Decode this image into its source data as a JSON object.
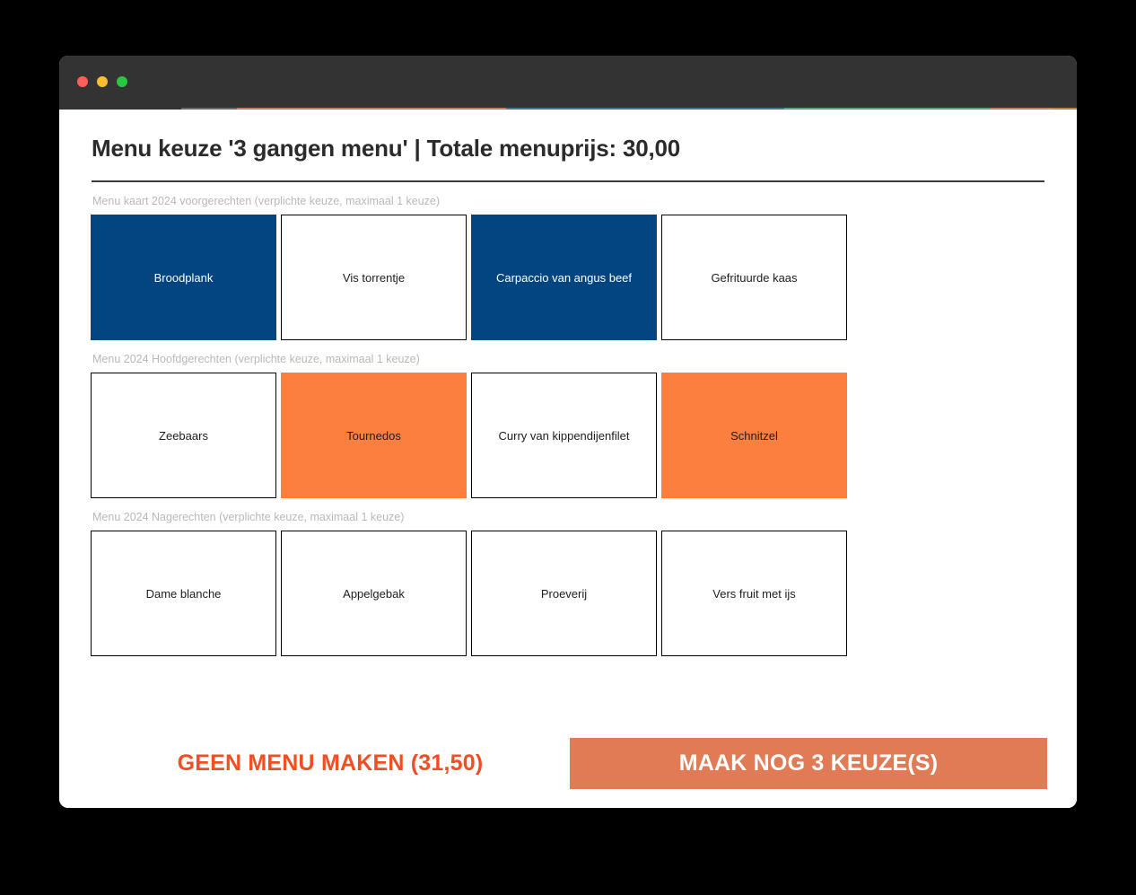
{
  "window": {
    "traffic_lights": [
      {
        "name": "close-button",
        "color": "#ff5f57"
      },
      {
        "name": "minimize-button",
        "color": "#febc2e"
      },
      {
        "name": "maximize-button",
        "color": "#28c840"
      }
    ]
  },
  "page": {
    "title": "Menu keuze '3 gangen menu' | Totale menuprijs: 30,00",
    "menu_name": "3 gangen menu",
    "total_price": "30,00"
  },
  "colors": {
    "selected_blue": "#034581",
    "selected_orange": "#fb8040",
    "cancel_text": "#f04e23",
    "primary_button": "#e07b55",
    "group_label": "#b9b9b9",
    "titlebar": "#333333"
  },
  "groups": [
    {
      "label": "Menu kaart 2024 voorgerechten (verplichte keuze, maximaal 1 keuze)",
      "course": "voorgerechten",
      "required": true,
      "max_choices": 1,
      "options": [
        {
          "label": "Broodplank",
          "state": "selected-blue"
        },
        {
          "label": "Vis torrentje",
          "state": "unselected"
        },
        {
          "label": "Carpaccio van angus beef",
          "state": "selected-blue"
        },
        {
          "label": "Gefrituurde kaas",
          "state": "unselected"
        }
      ]
    },
    {
      "label": "Menu 2024 Hoofdgerechten (verplichte keuze, maximaal 1 keuze)",
      "course": "hoofdgerechten",
      "required": true,
      "max_choices": 1,
      "options": [
        {
          "label": "Zeebaars",
          "state": "unselected"
        },
        {
          "label": "Tournedos",
          "state": "selected-orange"
        },
        {
          "label": "Curry van kippendijenfilet",
          "state": "unselected"
        },
        {
          "label": "Schnitzel",
          "state": "selected-orange"
        }
      ]
    },
    {
      "label": "Menu 2024 Nagerechten (verplichte keuze, maximaal 1 keuze)",
      "course": "nagerechten",
      "required": true,
      "max_choices": 1,
      "options": [
        {
          "label": "Dame blanche",
          "state": "unselected"
        },
        {
          "label": "Appelgebak",
          "state": "unselected"
        },
        {
          "label": "Proeverij",
          "state": "unselected"
        },
        {
          "label": "Vers fruit met ijs",
          "state": "unselected"
        }
      ]
    }
  ],
  "footer": {
    "cancel_label": "GEEN MENU MAKEN (31,50)",
    "cancel_price": "31,50",
    "primary_label": "MAAK NOG 3 KEUZE(S)",
    "remaining_choices": 3
  }
}
